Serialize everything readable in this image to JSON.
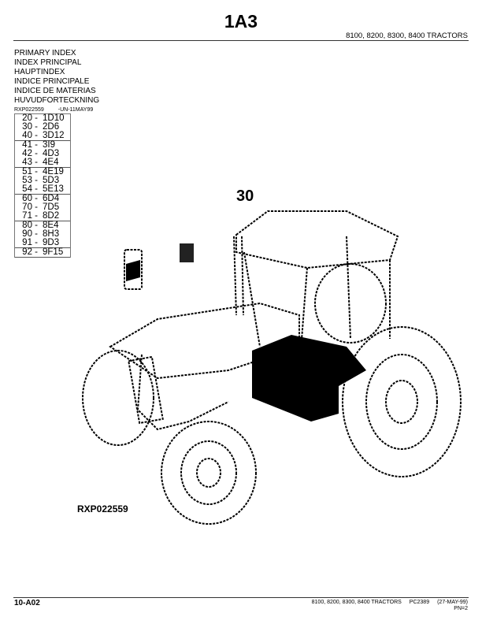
{
  "header": {
    "title": "1A3",
    "subtitle": "8100, 8200, 8300, 8400 TRACTORS"
  },
  "index_titles": [
    "PRIMARY INDEX",
    "INDEX PRINCIPAL",
    "HAUPTINDEX",
    "INDICE PRINCIPALE",
    "INDICE DE MATERIAS",
    "HUVUDFORTECKNING"
  ],
  "reference": {
    "code": "RXP022559",
    "date": "-UN-11MAY99"
  },
  "index_table": [
    {
      "key": "20 -",
      "page": "1D10"
    },
    {
      "key": "30 -",
      "page": "2D6"
    },
    {
      "key": "40 -",
      "page": "3D12"
    },
    {
      "key": "41 -",
      "page": "3I9"
    },
    {
      "key": "42 -",
      "page": "4D3"
    },
    {
      "key": "43 -",
      "page": "4E4"
    },
    {
      "key": "51 -",
      "page": "4E19"
    },
    {
      "key": "53 -",
      "page": "5D3"
    },
    {
      "key": "54 -",
      "page": "5E13"
    },
    {
      "key": "60 -",
      "page": "6D4"
    },
    {
      "key": "70 -",
      "page": "7D5"
    },
    {
      "key": "71 -",
      "page": "8D2"
    },
    {
      "key": "80 -",
      "page": "8E4"
    },
    {
      "key": "90 -",
      "page": "8H3"
    },
    {
      "key": "91 -",
      "page": "9D3"
    },
    {
      "key": "92 -",
      "page": "9F15"
    }
  ],
  "figure": {
    "callout": "30",
    "code": "RXP022559"
  },
  "footer": {
    "page_id": "10-A02",
    "models": "8100, 8200, 8300, 8400 TRACTORS",
    "pc": "PC2389",
    "date": "(27-MAY-99)",
    "pn": "PN=2"
  }
}
